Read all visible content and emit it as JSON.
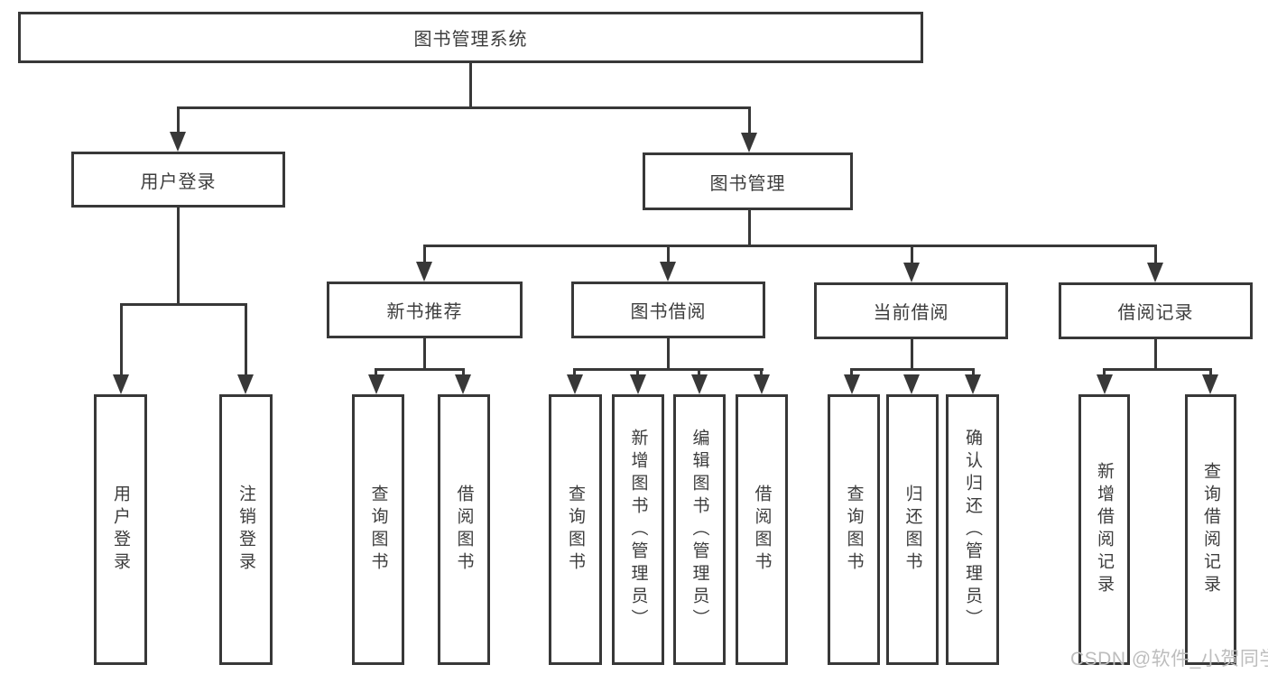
{
  "diagram_title": "图书管理系统",
  "nodes": {
    "root": "图书管理系统",
    "level2": [
      "用户登录",
      "图书管理"
    ],
    "level3": [
      "新书推荐",
      "图书借阅",
      "当前借阅",
      "借阅记录"
    ],
    "leaves_user_login": [
      "用户登录",
      "注销登录"
    ],
    "leaves_new_book": [
      "查询图书",
      "借阅图书"
    ],
    "leaves_book_borrow": [
      "查询图书",
      "新增图书（管理员）",
      "编辑图书（管理员）",
      "借阅图书"
    ],
    "leaves_current_borrow": [
      "查询图书",
      "归还图书",
      "确认归还（管理员）"
    ],
    "leaves_borrow_records": [
      "新增借阅记录",
      "查询借阅记录"
    ]
  },
  "hierarchy": {
    "图书管理系统": [
      "用户登录",
      "图书管理"
    ],
    "用户登录": [
      "用户登录",
      "注销登录"
    ],
    "图书管理": [
      "新书推荐",
      "图书借阅",
      "当前借阅",
      "借阅记录"
    ],
    "新书推荐": [
      "查询图书",
      "借阅图书"
    ],
    "图书借阅": [
      "查询图书",
      "新增图书（管理员）",
      "编辑图书（管理员）",
      "借阅图书"
    ],
    "当前借阅": [
      "查询图书",
      "归还图书",
      "确认归还（管理员）"
    ],
    "借阅记录": [
      "新增借阅记录",
      "查询借阅记录"
    ]
  },
  "watermark": "CSDN @软件_小贺同学",
  "colors": {
    "line": "#383838",
    "text": "#3d3d3d",
    "background": "#ffffff",
    "watermark": "#bdbdbd"
  }
}
